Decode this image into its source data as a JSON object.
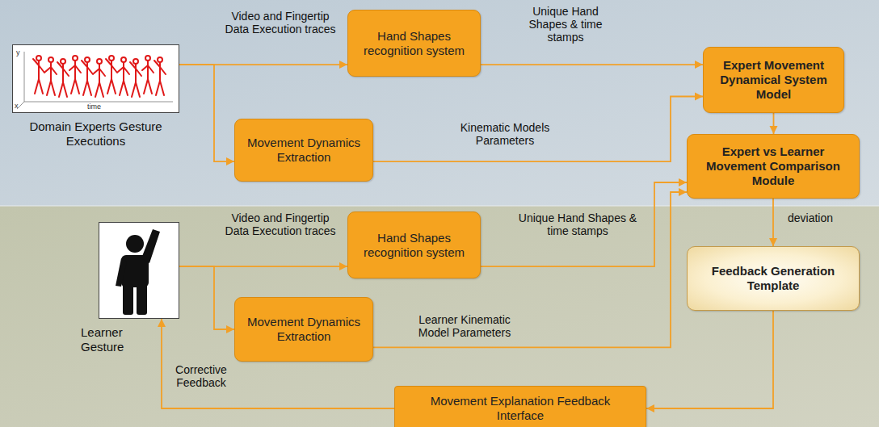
{
  "diagram": {
    "nodes": [
      {
        "text": [
          "Domain Experts Gesture Executions"
        ]
      },
      {
        "text": [
          "Hand Shapes recognition system"
        ]
      },
      {
        "text": [
          "Movement Dynamics Extraction"
        ]
      },
      {
        "text": [
          "Expert Movement Dynamical System Model"
        ]
      },
      {
        "text": [
          "Expert vs Learner Movement Comparison Module"
        ]
      },
      {
        "text": [
          "Learner Gesture"
        ]
      },
      {
        "text": [
          "Hand Shapes recognition system"
        ]
      },
      {
        "text": [
          "Movement Dynamics Extraction"
        ]
      },
      {
        "text": [
          "Feedback Generation Template"
        ]
      },
      {
        "text": [
          "Movement Explanation Feedback Interface"
        ]
      }
    ],
    "edges": [
      {
        "from": 0,
        "to": 1,
        "label": "Video and Fingertip Data Execution traces",
        "arrow": "to"
      },
      {
        "from": 0,
        "to": 2,
        "arrow": "to"
      },
      {
        "from": 1,
        "to": 3,
        "label": "Unique Hand Shapes & time stamps",
        "arrow": "to"
      },
      {
        "from": 2,
        "to": 3,
        "label": "Kinematic Models Parameters",
        "arrow": "to"
      },
      {
        "from": 3,
        "to": 4,
        "arrow": "to"
      },
      {
        "from": 5,
        "to": 6,
        "label": "Video and Fingertip Data Execution traces",
        "arrow": "to"
      },
      {
        "from": 5,
        "to": 7,
        "arrow": "to"
      },
      {
        "from": 6,
        "to": 4,
        "label": "Unique Hand Shapes & time stamps",
        "arrow": "to"
      },
      {
        "from": 7,
        "to": 4,
        "label": "Learner Kinematic Model Parameters",
        "arrow": "to"
      },
      {
        "from": 4,
        "to": 8,
        "label": "deviation",
        "arrow": "to"
      },
      {
        "from": 8,
        "to": 9,
        "arrow": "to"
      },
      {
        "from": 9,
        "to": 5,
        "label": "Corrective Feedback",
        "arrow": "to"
      }
    ],
    "labels": [
      "y",
      "x",
      "time"
    ]
  }
}
